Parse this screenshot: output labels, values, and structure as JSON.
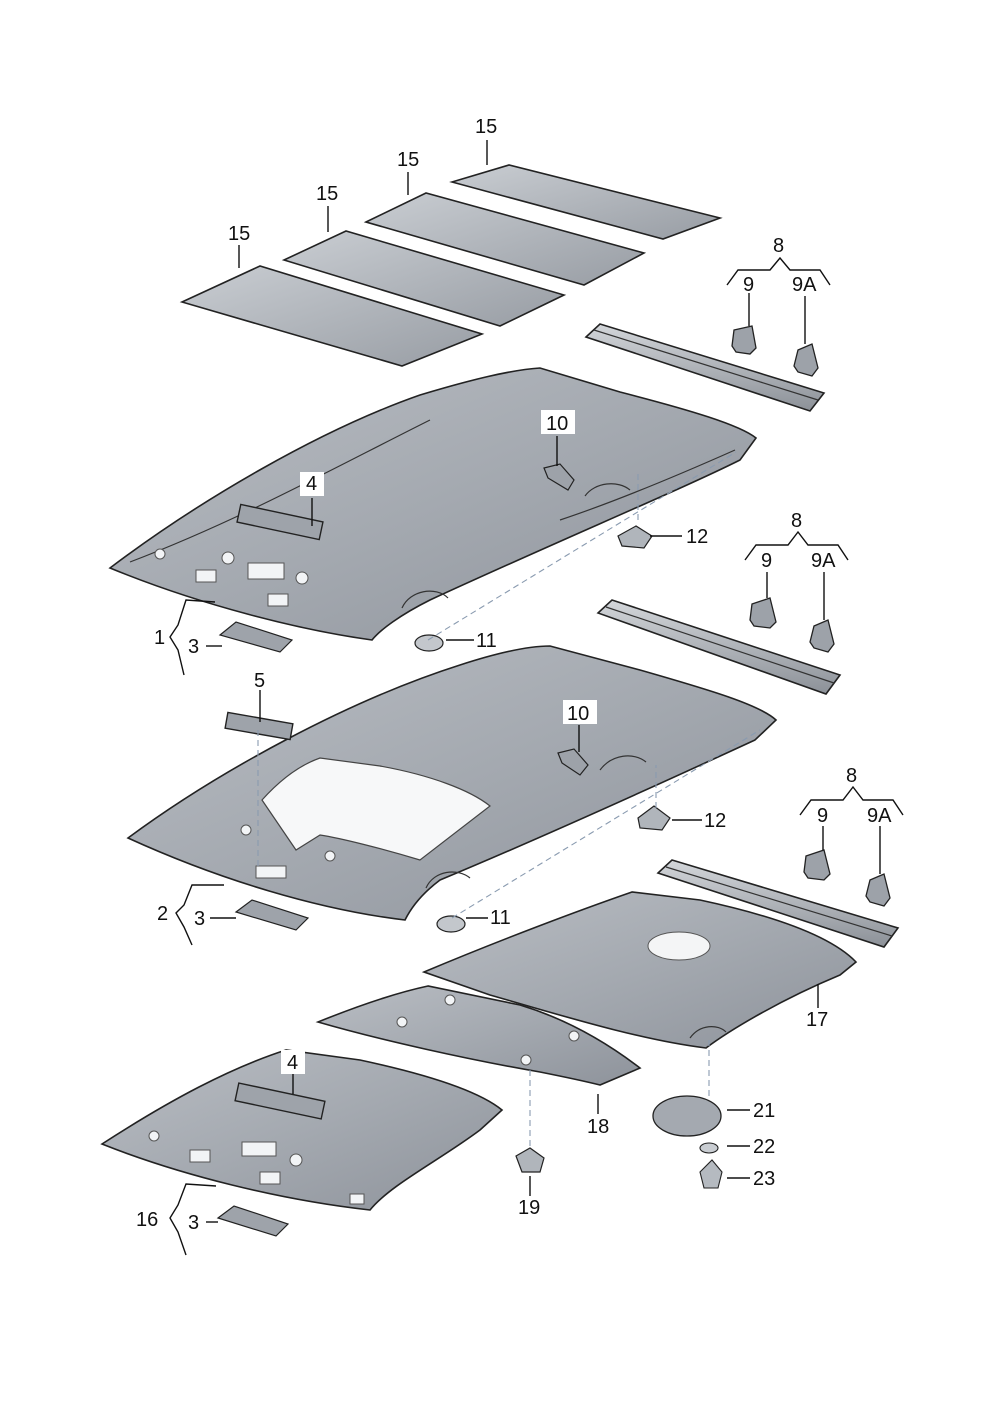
{
  "diagram": {
    "colors": {
      "panel_fill": "#a9aeb5",
      "panel_dark": "#8f949c",
      "strip_fill": "#b7bcc2",
      "line": "#111111",
      "dashed": "#8a9bb0"
    },
    "callouts": {
      "c1": "1",
      "c2": "2",
      "c3a": "3",
      "c3b": "3",
      "c3c": "3",
      "c4a": "4",
      "c4b": "4",
      "c5": "5",
      "c8a": "8",
      "c8b": "8",
      "c8c": "8",
      "c9a": "9",
      "c9b": "9",
      "c9c": "9",
      "c9Aa": "9A",
      "c9Ab": "9A",
      "c9Ac": "9A",
      "c10a": "10",
      "c10b": "10",
      "c11a": "11",
      "c11b": "11",
      "c12a": "12",
      "c12b": "12",
      "c15a": "15",
      "c15b": "15",
      "c15c": "15",
      "c15d": "15",
      "c16": "16",
      "c17": "17",
      "c18": "18",
      "c19": "19",
      "c21": "21",
      "c22": "22",
      "c23": "23"
    }
  }
}
